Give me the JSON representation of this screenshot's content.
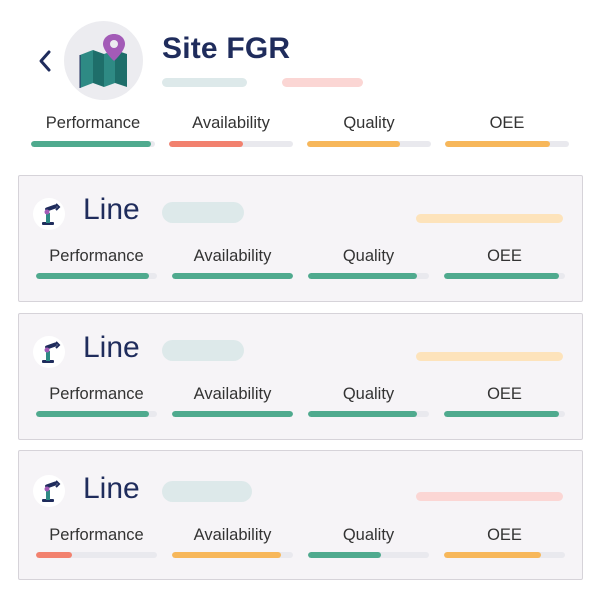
{
  "site": {
    "title": "Site FGR",
    "icon": "map-pin-icon",
    "back_icon": "chevron-left-icon"
  },
  "colors": {
    "green": "#4faa8e",
    "red": "#f2816e",
    "orange": "#f7b75a",
    "track": "#e9e9ee",
    "title": "#1f2c5c",
    "placeholder_teal": "#dde9ea",
    "placeholder_pink": "#fbd6d4",
    "placeholder_peach": "#fde3bb"
  },
  "site_metrics": [
    {
      "label": "Performance",
      "value": 0.97,
      "color": "#4faa8e"
    },
    {
      "label": "Availability",
      "value": 0.6,
      "color": "#f2816e"
    },
    {
      "label": "Quality",
      "value": 0.75,
      "color": "#f7b75a"
    },
    {
      "label": "OEE",
      "value": 0.85,
      "color": "#f7b75a"
    }
  ],
  "lines": [
    {
      "title": "Line",
      "icon": "robot-arm-icon",
      "status_color": "#fde3bb",
      "metrics": [
        {
          "label": "Performance",
          "value": 0.93,
          "color": "#4faa8e"
        },
        {
          "label": "Availability",
          "value": 1.0,
          "color": "#4faa8e"
        },
        {
          "label": "Quality",
          "value": 0.9,
          "color": "#4faa8e"
        },
        {
          "label": "OEE",
          "value": 0.95,
          "color": "#4faa8e"
        }
      ]
    },
    {
      "title": "Line",
      "icon": "robot-arm-icon",
      "status_color": "#fde3bb",
      "metrics": [
        {
          "label": "Performance",
          "value": 0.93,
          "color": "#4faa8e"
        },
        {
          "label": "Availability",
          "value": 1.0,
          "color": "#4faa8e"
        },
        {
          "label": "Quality",
          "value": 0.9,
          "color": "#4faa8e"
        },
        {
          "label": "OEE",
          "value": 0.95,
          "color": "#4faa8e"
        }
      ]
    },
    {
      "title": "Line",
      "icon": "robot-arm-icon",
      "status_color": "#fbd6d4",
      "metrics": [
        {
          "label": "Performance",
          "value": 0.3,
          "color": "#f2816e"
        },
        {
          "label": "Availability",
          "value": 0.9,
          "color": "#f7b75a"
        },
        {
          "label": "Quality",
          "value": 0.6,
          "color": "#4faa8e"
        },
        {
          "label": "OEE",
          "value": 0.8,
          "color": "#f7b75a"
        }
      ]
    }
  ]
}
